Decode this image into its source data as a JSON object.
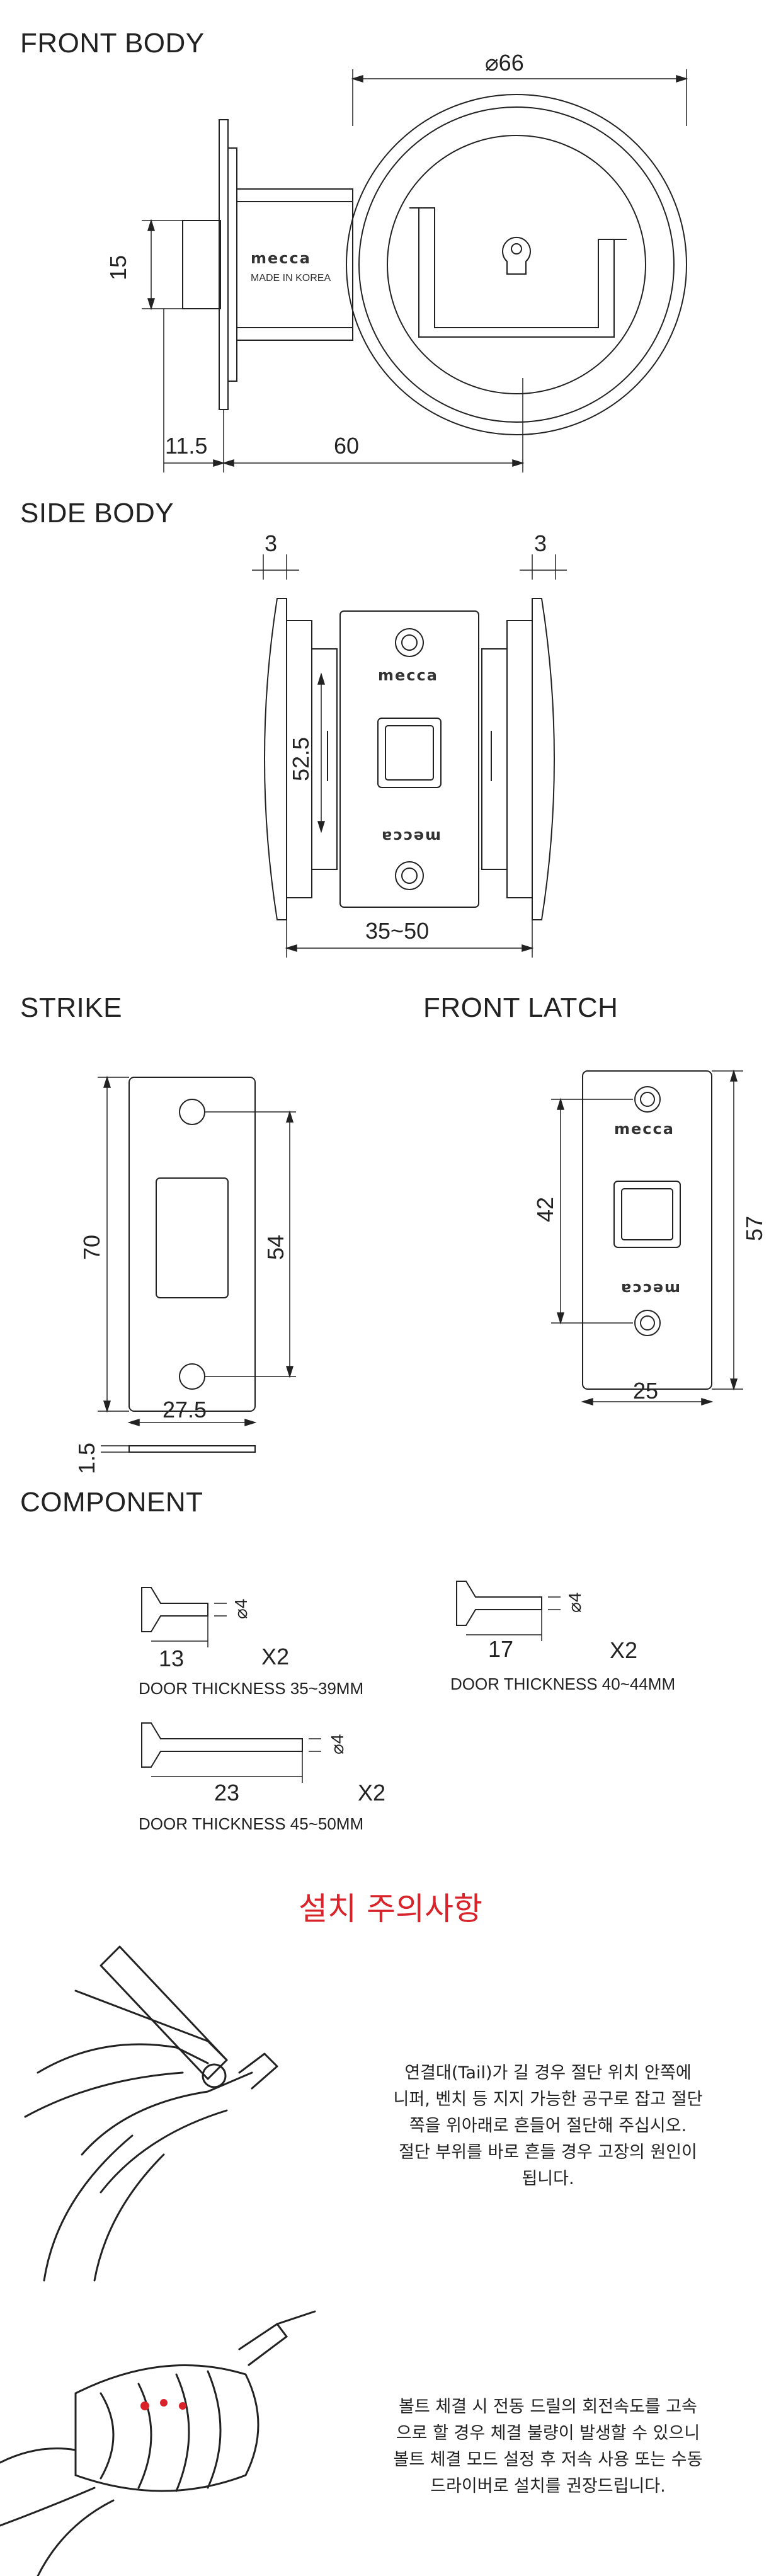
{
  "front_body": {
    "title": "FRONT BODY",
    "dim_diameter": "⌀66",
    "dim_height": "15",
    "dim_left": "11.5",
    "dim_length": "60",
    "brand": "mecca",
    "made_in": "MADE IN KOREA"
  },
  "side_body": {
    "title": "SIDE BODY",
    "dim_left_flange": "3",
    "dim_right_flange": "3",
    "dim_height": "52.5",
    "dim_width": "35~50",
    "brand": "mecca"
  },
  "strike": {
    "title": "STRIKE",
    "dim_height": "70",
    "dim_inner": "54",
    "dim_width": "27.5",
    "dim_thickness": "1.5"
  },
  "front_latch": {
    "title": "FRONT LATCH",
    "dim_inner": "42",
    "dim_height": "57",
    "dim_width": "25",
    "brand": "mecca"
  },
  "component": {
    "title": "COMPONENT",
    "screws": [
      {
        "length": "13",
        "diameter": "4",
        "qty": "X2",
        "caption": "DOOR THICKNESS 35~39MM"
      },
      {
        "length": "17",
        "diameter": "4",
        "qty": "X2",
        "caption": "DOOR THICKNESS 40~44MM"
      },
      {
        "length": "23",
        "diameter": "4",
        "qty": "X2",
        "caption": "DOOR THICKNESS 45~50MM"
      }
    ]
  },
  "notice": {
    "title": "설치 주의사항",
    "title_color": "#d9232b",
    "note1": [
      "연결대(Tail)가 길 경우 절단 위치 안쪽에",
      "니퍼, 벤치 등 지지 가능한 공구로 잡고 절단",
      "쪽을 위아래로 흔들어 절단해 주십시오.",
      "절단 부위를 바로 흔들 경우 고장의 원인이",
      "됩니다."
    ],
    "note2": [
      "볼트 체결 시 전동 드릴의 회전속도를 고속",
      "으로 할 경우 체결 불량이 발생할 수 있으니",
      "볼트 체결 모드 설정 후 저속 사용 또는 수동",
      "드라이버로 설치를 권장드립니다."
    ]
  }
}
